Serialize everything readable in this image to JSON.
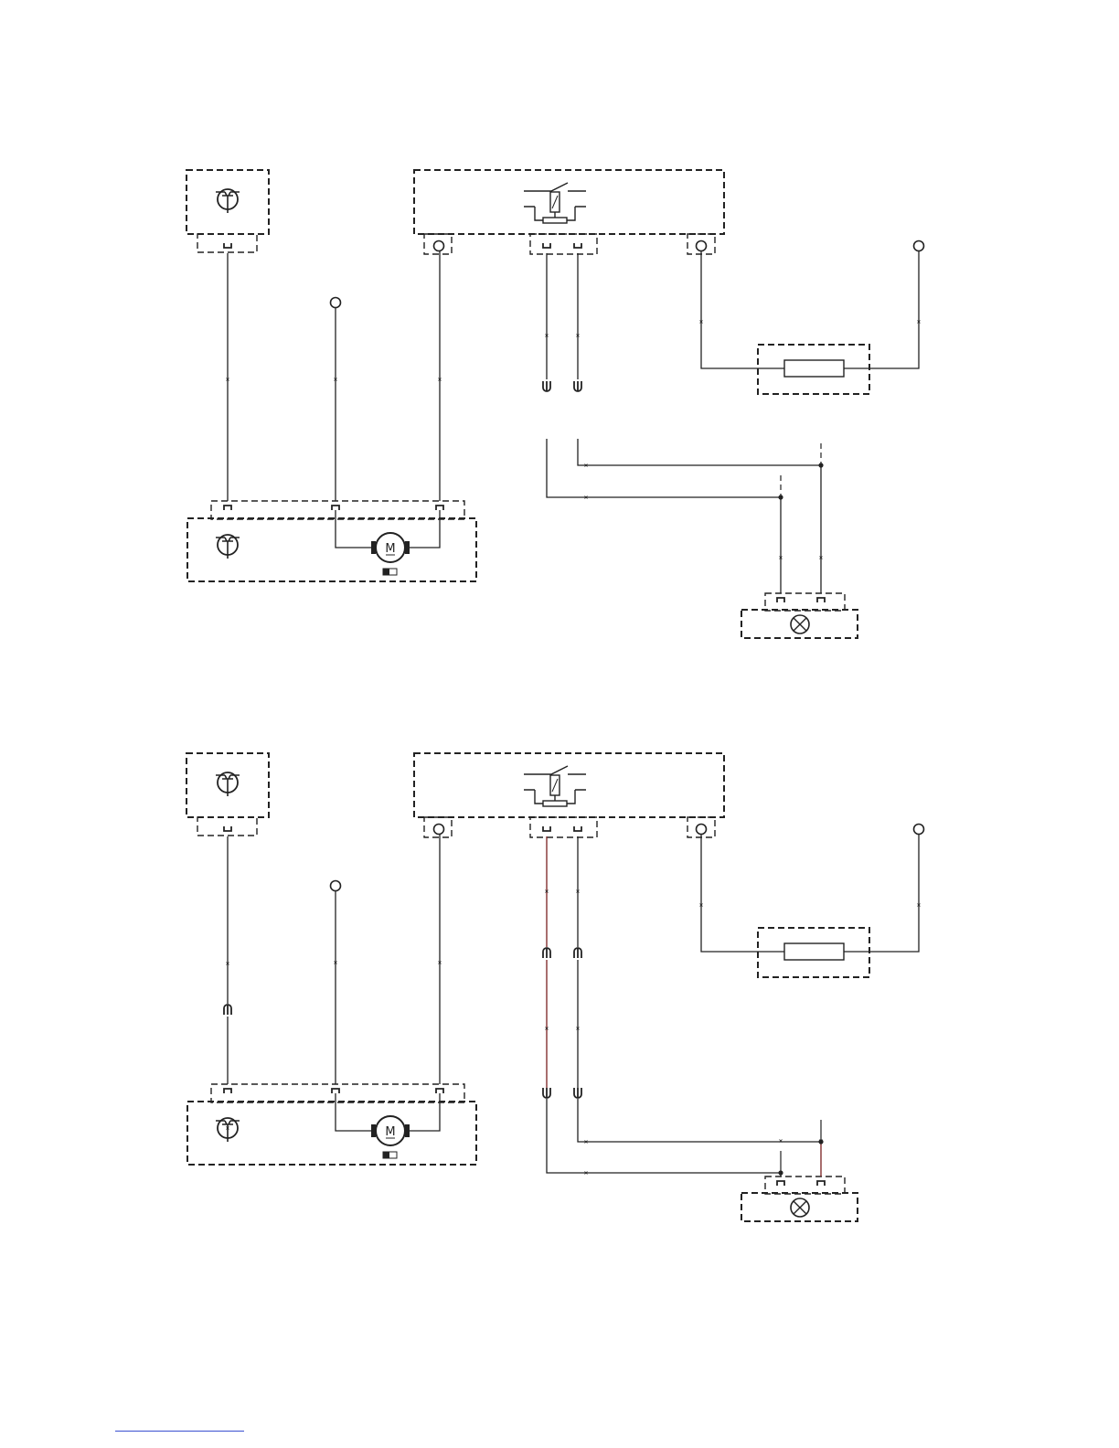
{
  "diagrams": [
    {
      "name": "upper-schematic",
      "harness_splices": false
    },
    {
      "name": "lower-schematic",
      "harness_splices": true
    }
  ],
  "components": {
    "sensor_icon": "transistor-symbol",
    "relay_icon": "relay-symbol",
    "fuse_icon": "fuse-symbol",
    "motor_icon": "motor-symbol",
    "motor_label": "M",
    "lamp_icon": "lamp-symbol"
  },
  "colors": {
    "line": "#222222",
    "dash": "#222222",
    "wire_tint": "#7a2020",
    "footer_link": "#3a4fd0"
  },
  "footer": {
    "link_text": ""
  }
}
